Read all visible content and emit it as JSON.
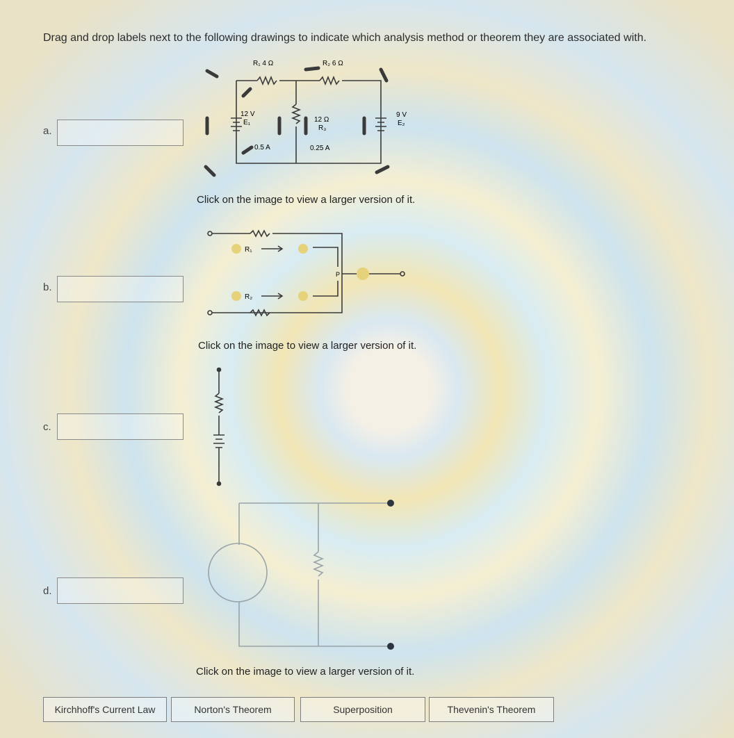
{
  "instructions": "Drag and drop labels next to the following drawings to indicate which analysis method or theorem they are associated with.",
  "questions": [
    {
      "label": "a."
    },
    {
      "label": "b."
    },
    {
      "label": "c."
    },
    {
      "label": "d."
    }
  ],
  "captions": {
    "fig_a": "Click on the image to view a larger version of it.",
    "fig_b": "Click on the image to view a larger version of it.",
    "fig_d": "Click on the image to view a larger version of it."
  },
  "figure_a": {
    "r1": "R₁ 4 Ω",
    "r2": "R₂ 6 Ω",
    "e1_v": "12 V",
    "e1_name": "E₁",
    "r3_val": "12 Ω",
    "r3_name": "R₃",
    "e2_v": "9 V",
    "e2_name": "E₂",
    "i1": "0.5 A",
    "i2": "0.25 A"
  },
  "figure_b": {
    "r1": "R₁",
    "r2": "R₂",
    "p": "P"
  },
  "labels": [
    {
      "text": "Kirchhoff's Current Law"
    },
    {
      "text": "Norton's Theorem"
    },
    {
      "text": "Superposition"
    },
    {
      "text": "Thevenin's Theorem"
    }
  ],
  "colors": {
    "wire": "#3a3a3a",
    "arrow": "#3a3a3a",
    "node_fill": "#e6d27a",
    "fig_d_wire": "#9aa3a8"
  }
}
